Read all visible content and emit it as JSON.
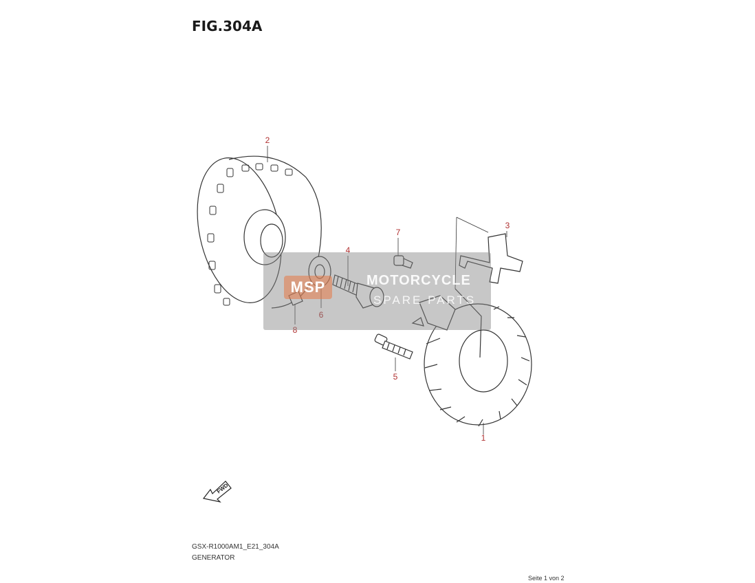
{
  "figure": {
    "title": "FIG.304A",
    "model_code": "GSX-R1000AM1_E21_304A",
    "name": "GENERATOR",
    "page": "Seite 1 von 2"
  },
  "callouts": [
    {
      "id": "1",
      "label": "1"
    },
    {
      "id": "2",
      "label": "2"
    },
    {
      "id": "3",
      "label": "3"
    },
    {
      "id": "4",
      "label": "4"
    },
    {
      "id": "5",
      "label": "5"
    },
    {
      "id": "6",
      "label": "6"
    },
    {
      "id": "7",
      "label": "7"
    },
    {
      "id": "8",
      "label": "8"
    }
  ],
  "fwd_arrow": {
    "label": "FWD",
    "icon": "fwd-arrow-icon"
  },
  "watermark": {
    "logo_text": "MSP",
    "line1": "MOTORCYCLE",
    "line2": "SPARE PARTS"
  },
  "colors": {
    "callout": "#b03030",
    "line": "#333333",
    "watermark": "#8a8a8a"
  }
}
